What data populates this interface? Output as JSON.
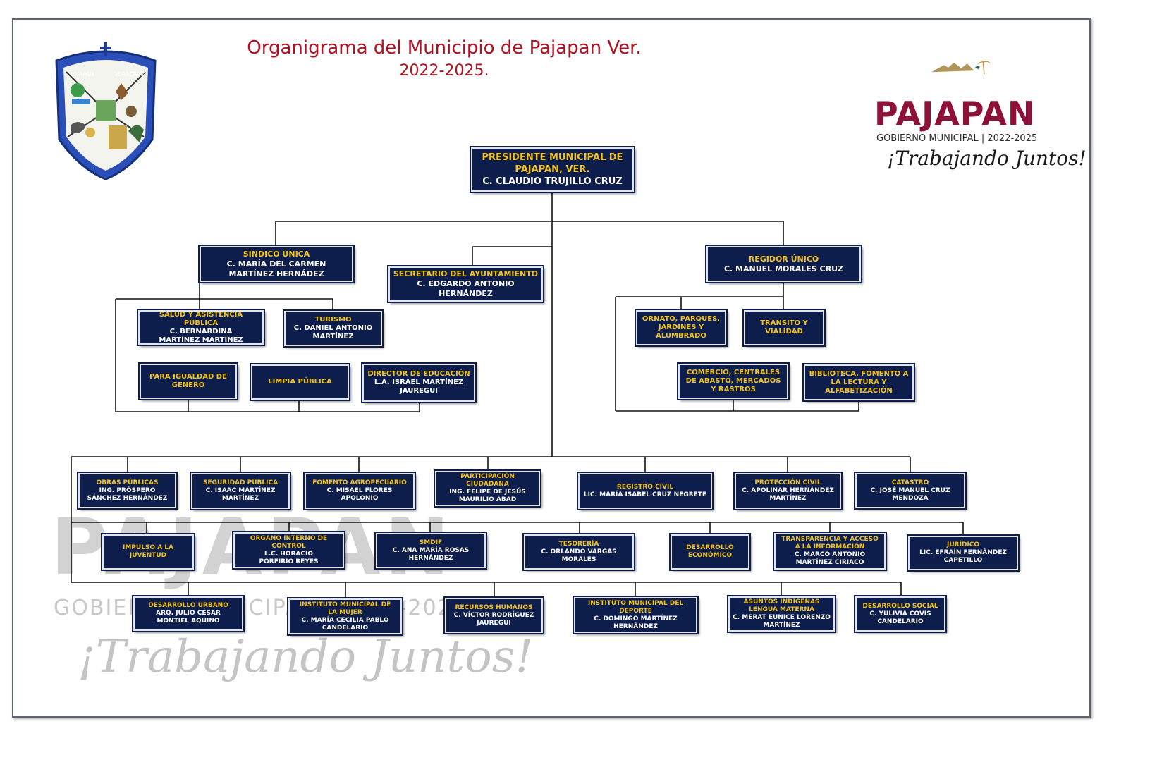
{
  "header": {
    "title": "Organigrama del Municipio de Pajapan Ver.",
    "period": "2022-2025."
  },
  "shield": {
    "left_label": "PAJAPAN",
    "right_label": "VERACRUZ"
  },
  "brand": {
    "name": "PAJAPAN",
    "tagline": "GOBIERNO MUNICIPAL | 2022-2025",
    "slogan": "¡Trabajando Juntos!"
  },
  "watermark": {
    "name": "PAJAPAN",
    "tagline": "GOBIERNO MUNICIPAL | 2022-2025",
    "slogan": "¡Trabajando Juntos!"
  },
  "colors": {
    "box_fill": "#0d1e4d",
    "box_title": "#f2c21a",
    "box_person": "#ffffff",
    "title_red": "#b01020",
    "brand_maroon": "#8e1237"
  },
  "org": {
    "president": {
      "title": "PRESIDENTE MUNICIPAL DE PAJAPAN, VER.",
      "person": "C. CLAUDIO TRUJILLO CRUZ"
    },
    "sindico": {
      "title": "SÍNDICO ÚNICA",
      "person": "C. MARÍA DEL CARMEN MARTÍNEZ HERNÁDEZ"
    },
    "secretario": {
      "title": "SECRETARIO DEL AYUNTAMIENTO",
      "person": "C. EDGARDO ANTONIO HERNÁNDEZ"
    },
    "regidor": {
      "title": "REGIDOR ÚNICO",
      "person": "C. MANUEL MORALES CRUZ"
    },
    "salud": {
      "title": "SALUD Y ASISTENCIA PÚBLICA",
      "person": "C. BERNARDINA MARTÍNEZ MARTÍNEZ"
    },
    "turismo": {
      "title": "TURISMO",
      "person": "C. DANIEL ANTONIO MARTÍNEZ"
    },
    "igualdad": {
      "title": "PARA IGUALDAD DE GÉNERO",
      "person": ""
    },
    "limpia": {
      "title": "LIMPIA PÚBLICA",
      "person": ""
    },
    "educacion": {
      "title": "DIRECTOR DE EDUCACIÓN",
      "person": "L.A. ISRAEL MARTÍNEZ JAUREGUI"
    },
    "ornato": {
      "title": "ORNATO, PARQUES, JARDINES Y ALUMBRADO",
      "person": ""
    },
    "transito": {
      "title": "TRÁNSITO Y VIALIDAD",
      "person": ""
    },
    "comercio": {
      "title": "COMERCIO, CENTRALES DE ABASTO, MERCADOS Y RASTROS",
      "person": ""
    },
    "biblioteca": {
      "title": "BIBLIOTECA, FOMENTO A LA LECTURA Y ALFABETIZACIÓN",
      "person": ""
    },
    "obras": {
      "title": "OBRAS PÚBLICAS",
      "person": "ING. PRÓSPERO SÁNCHEZ HERNÁNDEZ"
    },
    "seguridad": {
      "title": "SEGURIDAD PÚBLICA",
      "person": "C. ISAAC MARTÍNEZ MARTÍNEZ"
    },
    "fomento": {
      "title": "FOMENTO AGROPECUARIO",
      "person": "C. MISAEL FLORES APOLONIO"
    },
    "participacion": {
      "title": "PARTICIPACIÓN CIUDADANA",
      "person": "ING. FELIPE DE JESÚS MAURILIO ABAD"
    },
    "registro": {
      "title": "REGISTRO CIVIL",
      "person": "LIC. MARÍA ISABEL CRUZ NEGRETE"
    },
    "proteccion": {
      "title": "PROTECCIÓN CIVIL",
      "person": "C. APOLINAR HERNÁNDEZ MARTÍNEZ"
    },
    "catastro": {
      "title": "CATASTRO",
      "person": "C. JOSÉ MANUEL CRUZ MENDOZA"
    },
    "juventud": {
      "title": "IMPULSO A LA JUVENTUD",
      "person": ""
    },
    "organo": {
      "title": "ORGANO INTERNO DE CONTROL",
      "person": "L.C. HORACIO PORFIRIO REYES"
    },
    "smdif": {
      "title": "SMDIF",
      "person": "C. ANA MARÍA ROSAS HERNÁNDEZ"
    },
    "tesoreria": {
      "title": "TESORERÍA",
      "person": "C. ORLANDO VARGAS MORALES"
    },
    "economico": {
      "title": "DESARROLLO ECONÓMICO",
      "person": ""
    },
    "transparencia": {
      "title": "TRANSPARENCIA Y ACCESO A LA INFORMACIÓN",
      "person": "C. MARCO ANTONIO MARTÍNEZ CIRIACO"
    },
    "juridico": {
      "title": "JURÍDICO",
      "person": "LIC. EFRAÍN FERNÁNDEZ CAPETILLO"
    },
    "urbano": {
      "title": "DESARROLLO URBANO",
      "person": "ARQ. JULIO CÉSAR MONTIEL AQUINO"
    },
    "mujer": {
      "title": "INSTITUTO MUNICIPAL DE LA MUJER",
      "person": "C. MARÍA CECILIA PABLO CANDELARIO"
    },
    "rrhh": {
      "title": "RECURSOS HUMANOS",
      "person": "C. VÍCTOR RODRÍGUEZ JAUREGUI"
    },
    "deporte": {
      "title": "INSTITUTO MUNICIPAL DEL DEPORTE",
      "person": "C. DOMINGO MARTÍNEZ HERNÁNDEZ"
    },
    "indigenas": {
      "title": "ASUNTOS INDIGENAS LENGUA MATERNA",
      "person": "C. MERAT EUNICE LORENZO MARTÍNEZ"
    },
    "social": {
      "title": "DESARROLLO SOCIAL",
      "person": "C. YULIVIA COVIS CANDELARIO"
    }
  }
}
